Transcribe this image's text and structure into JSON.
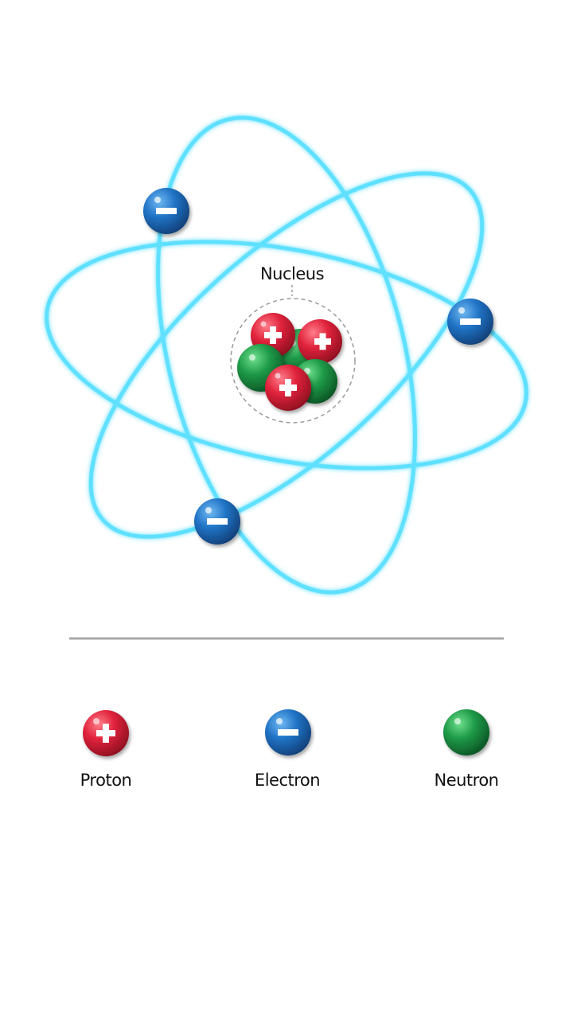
{
  "diagram": {
    "nucleus_label": "Nucleus"
  },
  "legend": {
    "items": [
      {
        "key": "proton",
        "label": "Proton"
      },
      {
        "key": "electron",
        "label": "Electron"
      },
      {
        "key": "neutron",
        "label": "Neutron"
      }
    ]
  },
  "colors": {
    "proton": "#d8203a",
    "electron": "#1f6fbf",
    "neutron": "#1e9a48",
    "orbit": "#5fe0ff",
    "divider": "#a8a8a8",
    "nucleus_boundary": "#9a9a9a"
  }
}
